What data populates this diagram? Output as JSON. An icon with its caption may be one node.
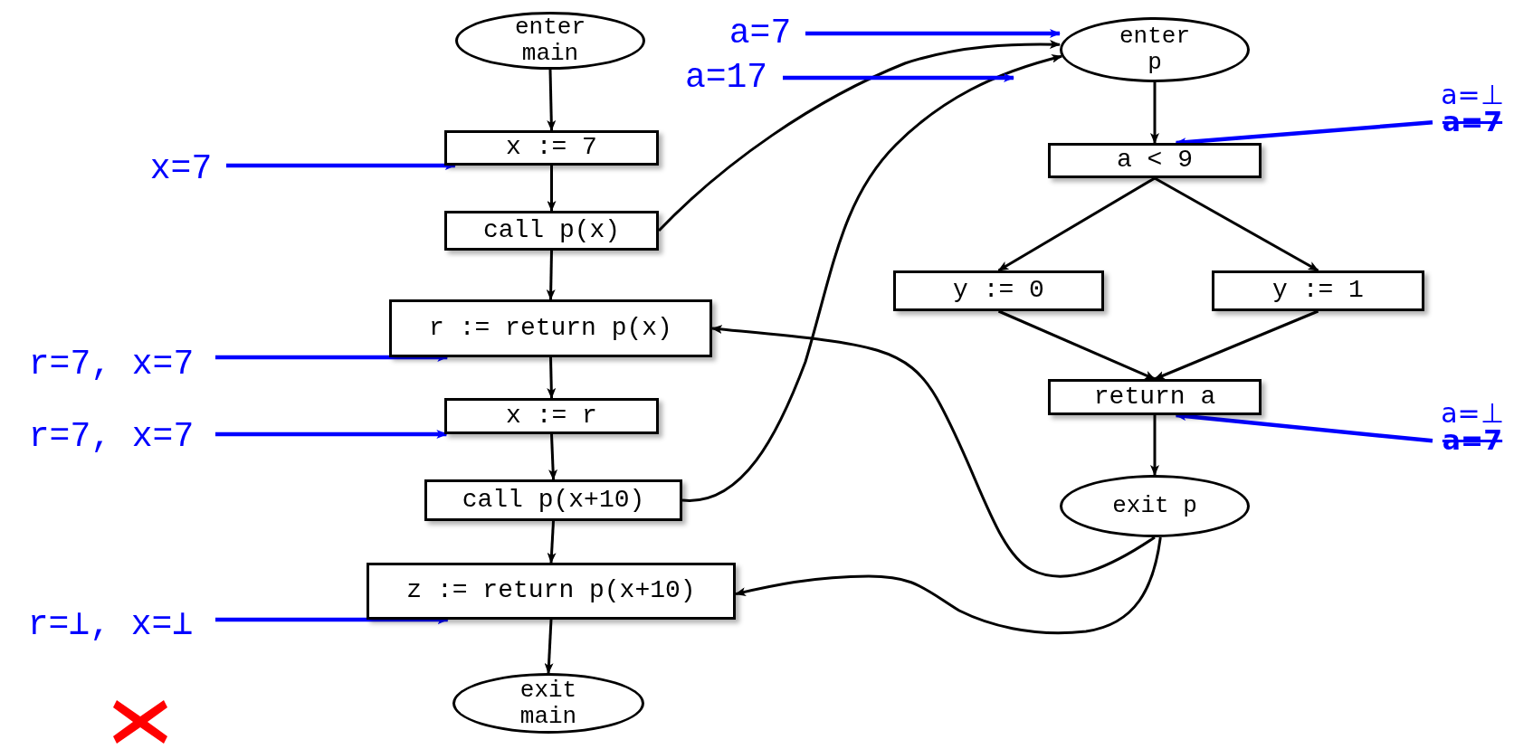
{
  "diagram": {
    "nodes": [
      {
        "text": [
          "enter main"
        ]
      },
      {
        "text": [
          "x := 7"
        ]
      },
      {
        "text": [
          "call p(x)"
        ]
      },
      {
        "text": [
          "r := return p(x)"
        ]
      },
      {
        "text": [
          "x := r"
        ]
      },
      {
        "text": [
          "call p(x+10)"
        ]
      },
      {
        "text": [
          "z := return p(x+10)"
        ]
      },
      {
        "text": [
          "exit main"
        ]
      },
      {
        "text": [
          "enter p"
        ]
      },
      {
        "text": [
          "a < 9"
        ]
      },
      {
        "text": [
          "y := 0"
        ]
      },
      {
        "text": [
          "y := 1"
        ]
      },
      {
        "text": [
          "return a"
        ]
      },
      {
        "text": [
          "exit p"
        ]
      },
      {
        "text": [
          "a=7"
        ]
      },
      {
        "text": [
          "a=17"
        ]
      },
      {
        "text": [
          "x=7"
        ]
      },
      {
        "text": [
          "r=7, x=7"
        ]
      },
      {
        "text": [
          "r=7, x=7"
        ]
      },
      {
        "text": [
          "r=⊥, x=⊥"
        ]
      },
      {
        "text": [
          "a=⊥",
          "a=7"
        ]
      },
      {
        "text": [
          "a=⊥",
          "a=7"
        ]
      }
    ],
    "edges": [
      {
        "from": 0,
        "to": 1,
        "arrow": "to"
      },
      {
        "from": 1,
        "to": 2,
        "arrow": "to"
      },
      {
        "from": 2,
        "to": 3,
        "arrow": "to"
      },
      {
        "from": 3,
        "to": 4,
        "arrow": "to"
      },
      {
        "from": 4,
        "to": 5,
        "arrow": "to"
      },
      {
        "from": 5,
        "to": 6,
        "arrow": "to"
      },
      {
        "from": 6,
        "to": 7,
        "arrow": "to"
      },
      {
        "from": 2,
        "to": 8,
        "arrow": "to"
      },
      {
        "from": 5,
        "to": 8,
        "arrow": "to"
      },
      {
        "from": 8,
        "to": 9,
        "arrow": "to"
      },
      {
        "from": 9,
        "to": 10,
        "arrow": "to"
      },
      {
        "from": 9,
        "to": 11,
        "arrow": "to"
      },
      {
        "from": 10,
        "to": 12,
        "arrow": "to"
      },
      {
        "from": 11,
        "to": 12,
        "arrow": "to"
      },
      {
        "from": 12,
        "to": 13,
        "arrow": "to"
      },
      {
        "from": 13,
        "to": 3,
        "arrow": "to"
      },
      {
        "from": 13,
        "to": 6,
        "arrow": "to"
      },
      {
        "from": 14,
        "to": 8,
        "arrow": "to",
        "color": "#0000ff"
      },
      {
        "from": 15,
        "to": null,
        "arrow": "to",
        "color": "#0000ff"
      },
      {
        "from": 16,
        "to": 1,
        "arrow": "to",
        "color": "#0000ff"
      },
      {
        "from": 17,
        "to": 3,
        "arrow": "to",
        "color": "#0000ff"
      },
      {
        "from": 18,
        "to": 4,
        "arrow": "to",
        "color": "#0000ff"
      },
      {
        "from": 19,
        "to": 6,
        "arrow": "to",
        "color": "#0000ff"
      },
      {
        "from": 20,
        "to": 9,
        "arrow": "to",
        "color": "#0000ff"
      },
      {
        "from": 21,
        "to": 12,
        "arrow": "to",
        "color": "#0000ff"
      }
    ]
  }
}
